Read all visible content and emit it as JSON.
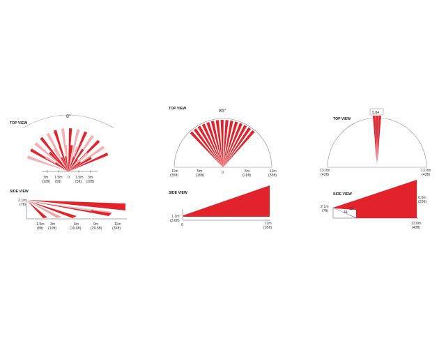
{
  "accent_color": "#e3232b",
  "panels": {
    "wide": {
      "top_header": "TOP VIEW",
      "top_angle": "8°",
      "top_zero": "0",
      "top_marks": [
        {
          "a": "3m",
          "b": "(10ft)"
        },
        {
          "a": "1.5m",
          "b": "(5ft)"
        },
        {
          "a": "1.5m",
          "b": "(5ft)"
        },
        {
          "a": "3m",
          "b": "(10ft)"
        }
      ],
      "side_header": "SIDE VIEW",
      "side_height": {
        "a": "2.1m",
        "b": "(7ft)"
      },
      "side_marks": [
        {
          "a": "1.5m",
          "b": "(5ft)"
        },
        {
          "a": "3m",
          "b": "(10ft)"
        },
        {
          "a": "6m",
          "b": "(19.6ft)"
        },
        {
          "a": "9m",
          "b": "(29.5ft)"
        },
        {
          "a": "11m",
          "b": "(36ft)"
        }
      ]
    },
    "standard": {
      "top_header": "TOP VIEW",
      "top_angle": "85°",
      "top_zero": "0",
      "top_marks": [
        {
          "a": "11m",
          "b": "(35ft)"
        },
        {
          "a": "5m",
          "b": "(16ft)"
        },
        {
          "a": "5m",
          "b": "(16ft)"
        },
        {
          "a": "11m",
          "b": "(35ft)"
        }
      ],
      "side_header": "SIDE VIEW",
      "side_height": {
        "a": "1.1m",
        "b": "(3.6ft)"
      },
      "side_zero": "0",
      "side_end": {
        "a": "11m",
        "b": "(35ft)"
      }
    },
    "curtain": {
      "top_header": "TOP VIEW",
      "top_angle": "5.84",
      "top_left": {
        "a": "13.0m",
        "b": "(43ft)"
      },
      "top_right": {
        "a": "13.0m",
        "b": "(43ft)"
      },
      "side_header": "SIDE VIEW",
      "side_height": {
        "a": "2.1m",
        "b": "(7ft)"
      },
      "side_angle_small": "12",
      "side_angle_large": "44",
      "side_far_height": {
        "a": "6.0m",
        "b": "(20ft)"
      },
      "side_end": {
        "a": "13.0m",
        "b": "(43ft)"
      }
    }
  }
}
